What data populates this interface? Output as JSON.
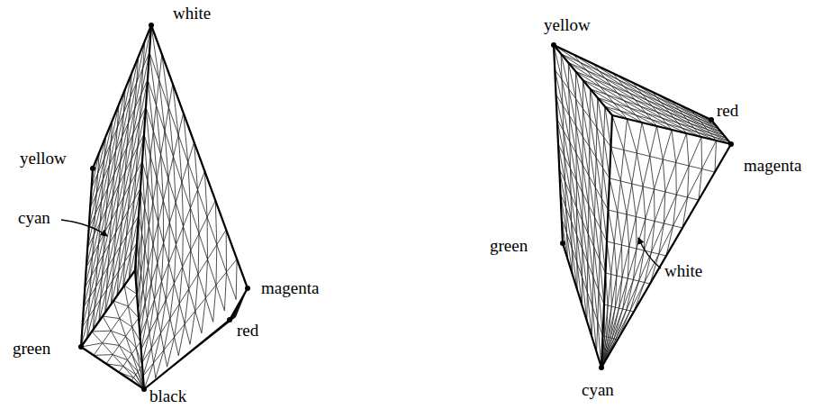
{
  "diagram": {
    "labels": [
      "white",
      "yellow",
      "cyan",
      "magenta",
      "green",
      "red",
      "black",
      "yellow",
      "red",
      "magenta",
      "green",
      "white",
      "cyan"
    ]
  }
}
